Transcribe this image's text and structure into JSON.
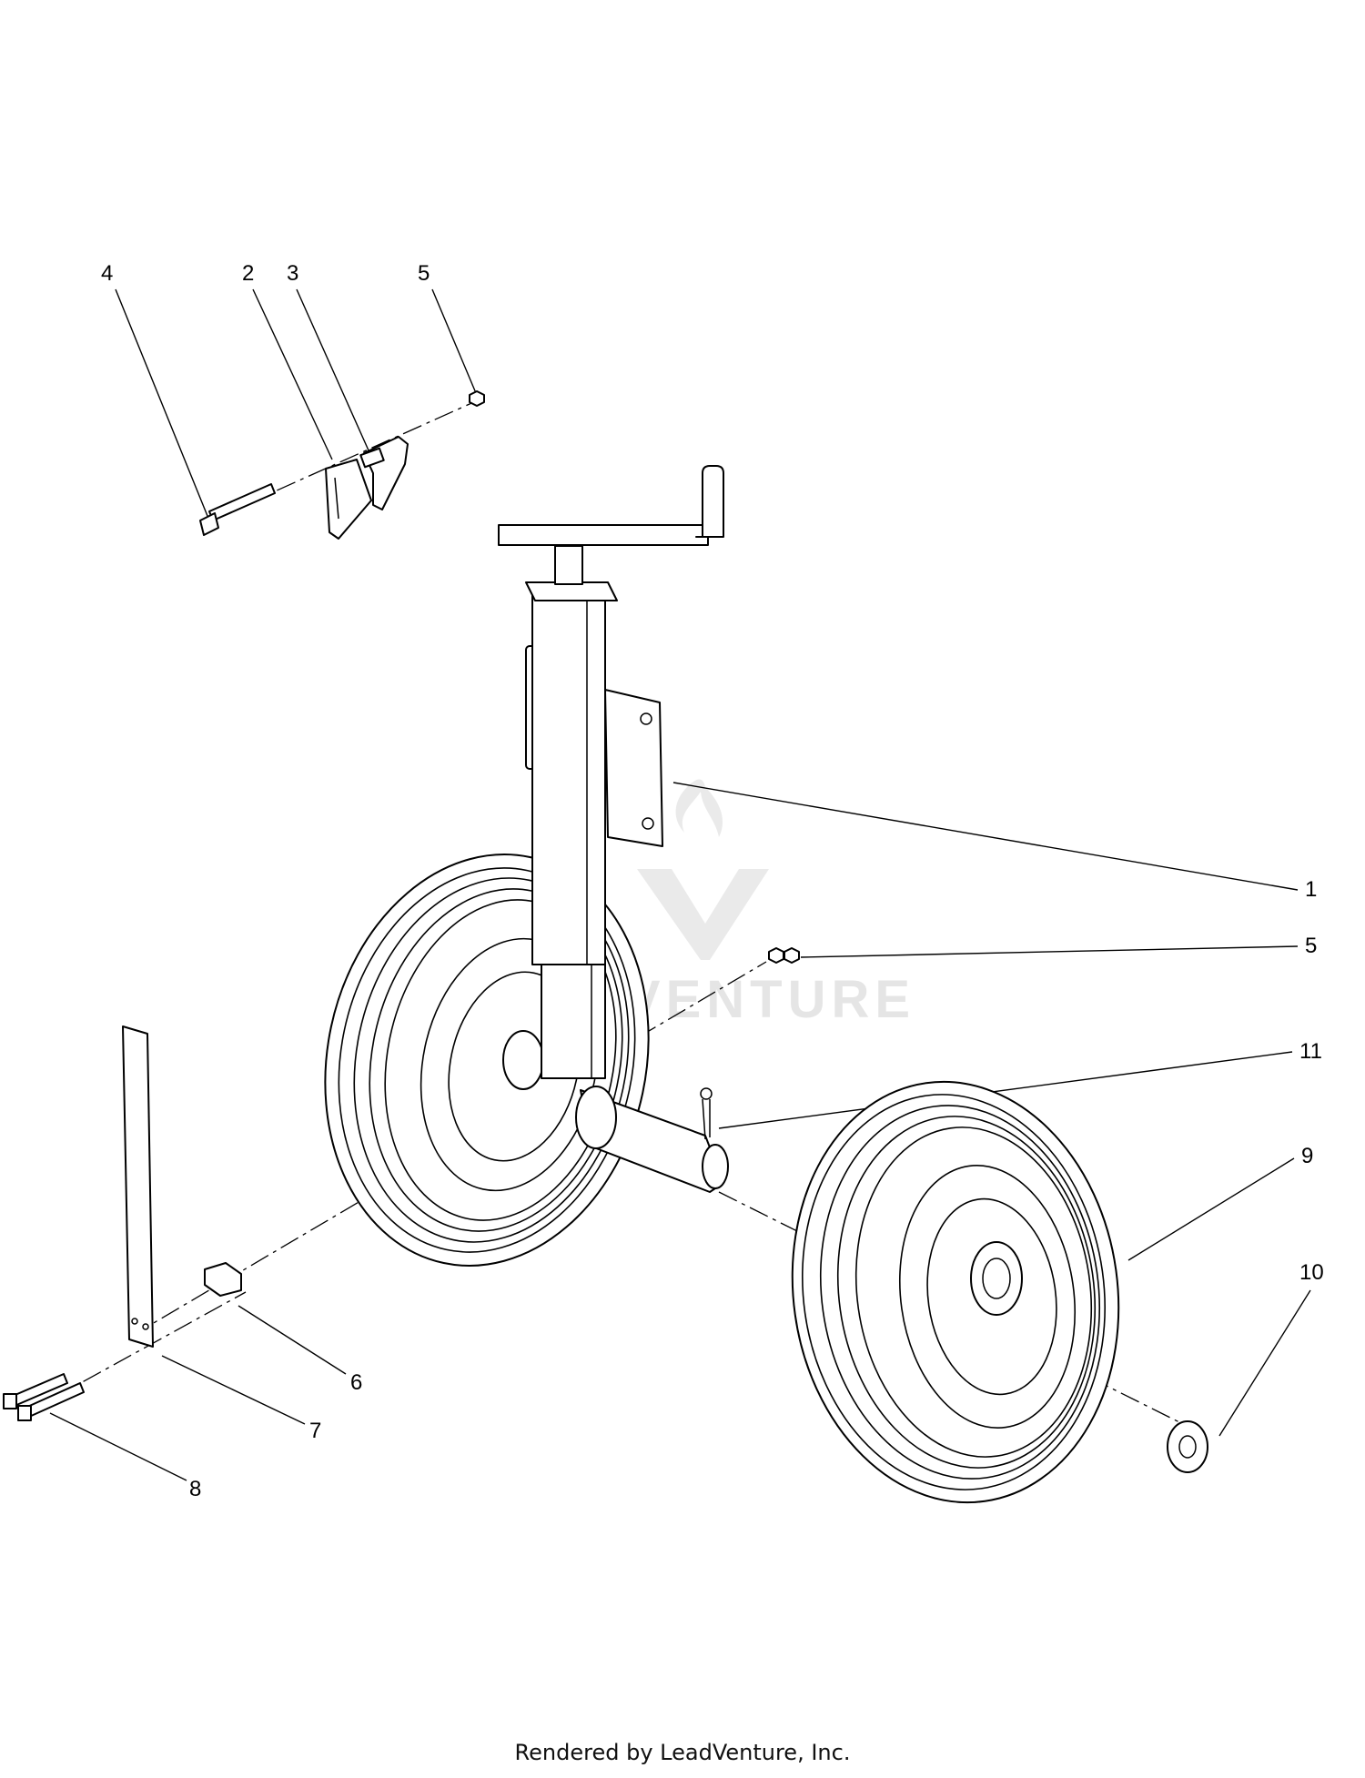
{
  "diagram": {
    "callouts": [
      "1",
      "2",
      "3",
      "4",
      "5",
      "5",
      "6",
      "7",
      "8",
      "9",
      "10",
      "11"
    ],
    "watermark_text": "LEADVENTURE",
    "footer": "Rendered by LeadVenture, Inc."
  }
}
